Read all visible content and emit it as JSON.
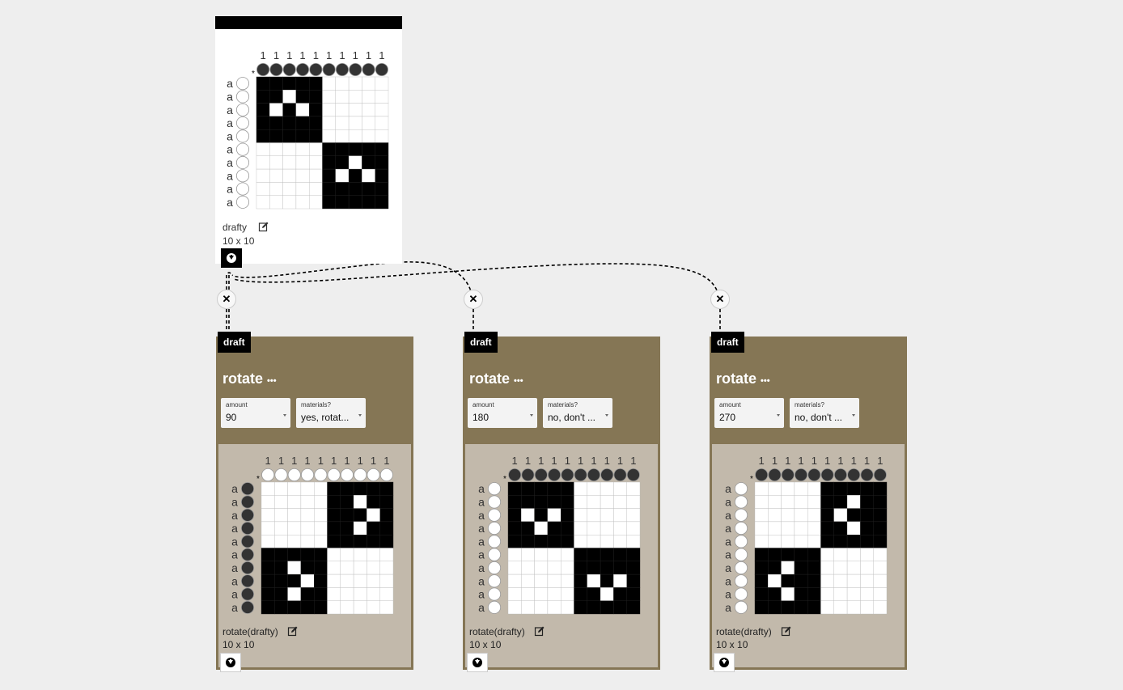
{
  "source": {
    "name": "drafty",
    "dims": "10 x 10",
    "col_numbers": [
      "1",
      "1",
      "1",
      "1",
      "1",
      "1",
      "1",
      "1",
      "1",
      "1"
    ],
    "row_letters": [
      "a",
      "a",
      "a",
      "a",
      "a",
      "a",
      "a",
      "a",
      "a",
      "a"
    ],
    "marker": "*"
  },
  "operations": [
    {
      "tab": "draft",
      "title": "rotate",
      "menu_glyph": "•••",
      "amount_label": "amount",
      "amount_value": "90",
      "materials_label": "materials?",
      "materials_value": "yes, rotat...",
      "output_name": "rotate(drafty)",
      "output_dims": "10 x 10",
      "close_glyph": "✕"
    },
    {
      "tab": "draft",
      "title": "rotate",
      "menu_glyph": "•••",
      "amount_label": "amount",
      "amount_value": "180",
      "materials_label": "materials?",
      "materials_value": "no, don't ...",
      "output_name": "rotate(drafty)",
      "output_dims": "10 x 10",
      "close_glyph": "✕"
    },
    {
      "tab": "draft",
      "title": "rotate",
      "menu_glyph": "•••",
      "amount_label": "amount",
      "amount_value": "270",
      "materials_label": "materials?",
      "materials_value": "no, don't ...",
      "output_name": "rotate(drafty)",
      "output_dims": "10 x 10",
      "close_glyph": "✕"
    }
  ],
  "icons": {
    "edit": "edit-icon",
    "download": "download-icon",
    "close": "close-icon"
  },
  "colors": {
    "op_card": "#857655",
    "draft_panel": "#c2b9ab",
    "canvas": "#eeeeee"
  }
}
